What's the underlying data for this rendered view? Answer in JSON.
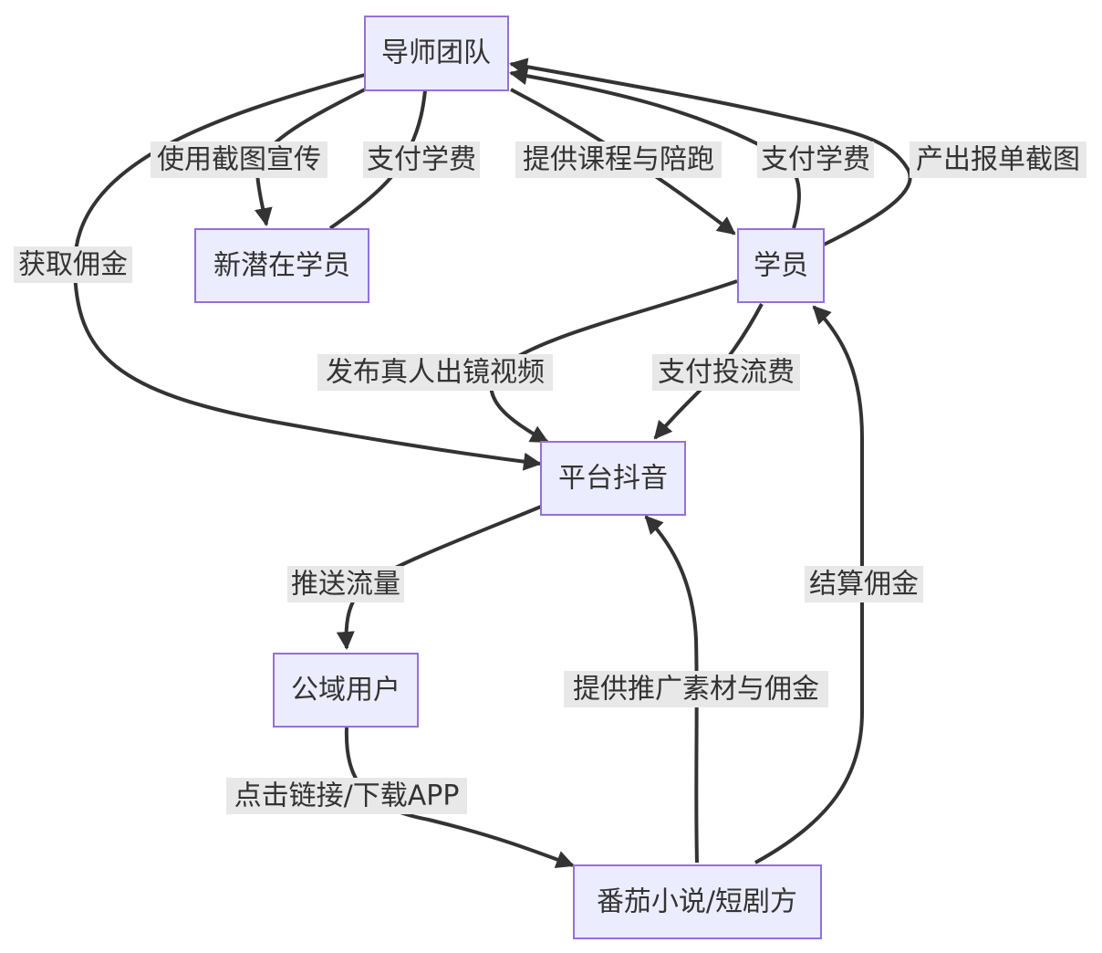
{
  "nodes": {
    "mentor_team": "导师团队",
    "new_prospect": "新潜在学员",
    "student": "学员",
    "platform": "平台抖音",
    "public_users": "公域用户",
    "fanqie": "番茄小说/短剧方"
  },
  "edges": {
    "mentor_to_prospect": "使用截图宣传",
    "prospect_to_mentor": "支付学费",
    "mentor_to_student": "提供课程与陪跑",
    "student_to_mentor_fee": "支付学费",
    "student_to_mentor_screenshot": "产出报单截图",
    "mentor_to_platform": "获取佣金",
    "student_to_platform_video": "发布真人出镜视频",
    "student_to_platform_ads": "支付投流费",
    "platform_to_public": "推送流量",
    "public_to_fanqie": "点击链接/下载APP",
    "fanqie_to_platform": "提供推广素材与佣金",
    "fanqie_to_student": "结算佣金"
  },
  "colors": {
    "node_fill": "#ececff",
    "node_stroke": "#9370db",
    "edge": "#333333",
    "label_bg": "#e8e8e8"
  }
}
